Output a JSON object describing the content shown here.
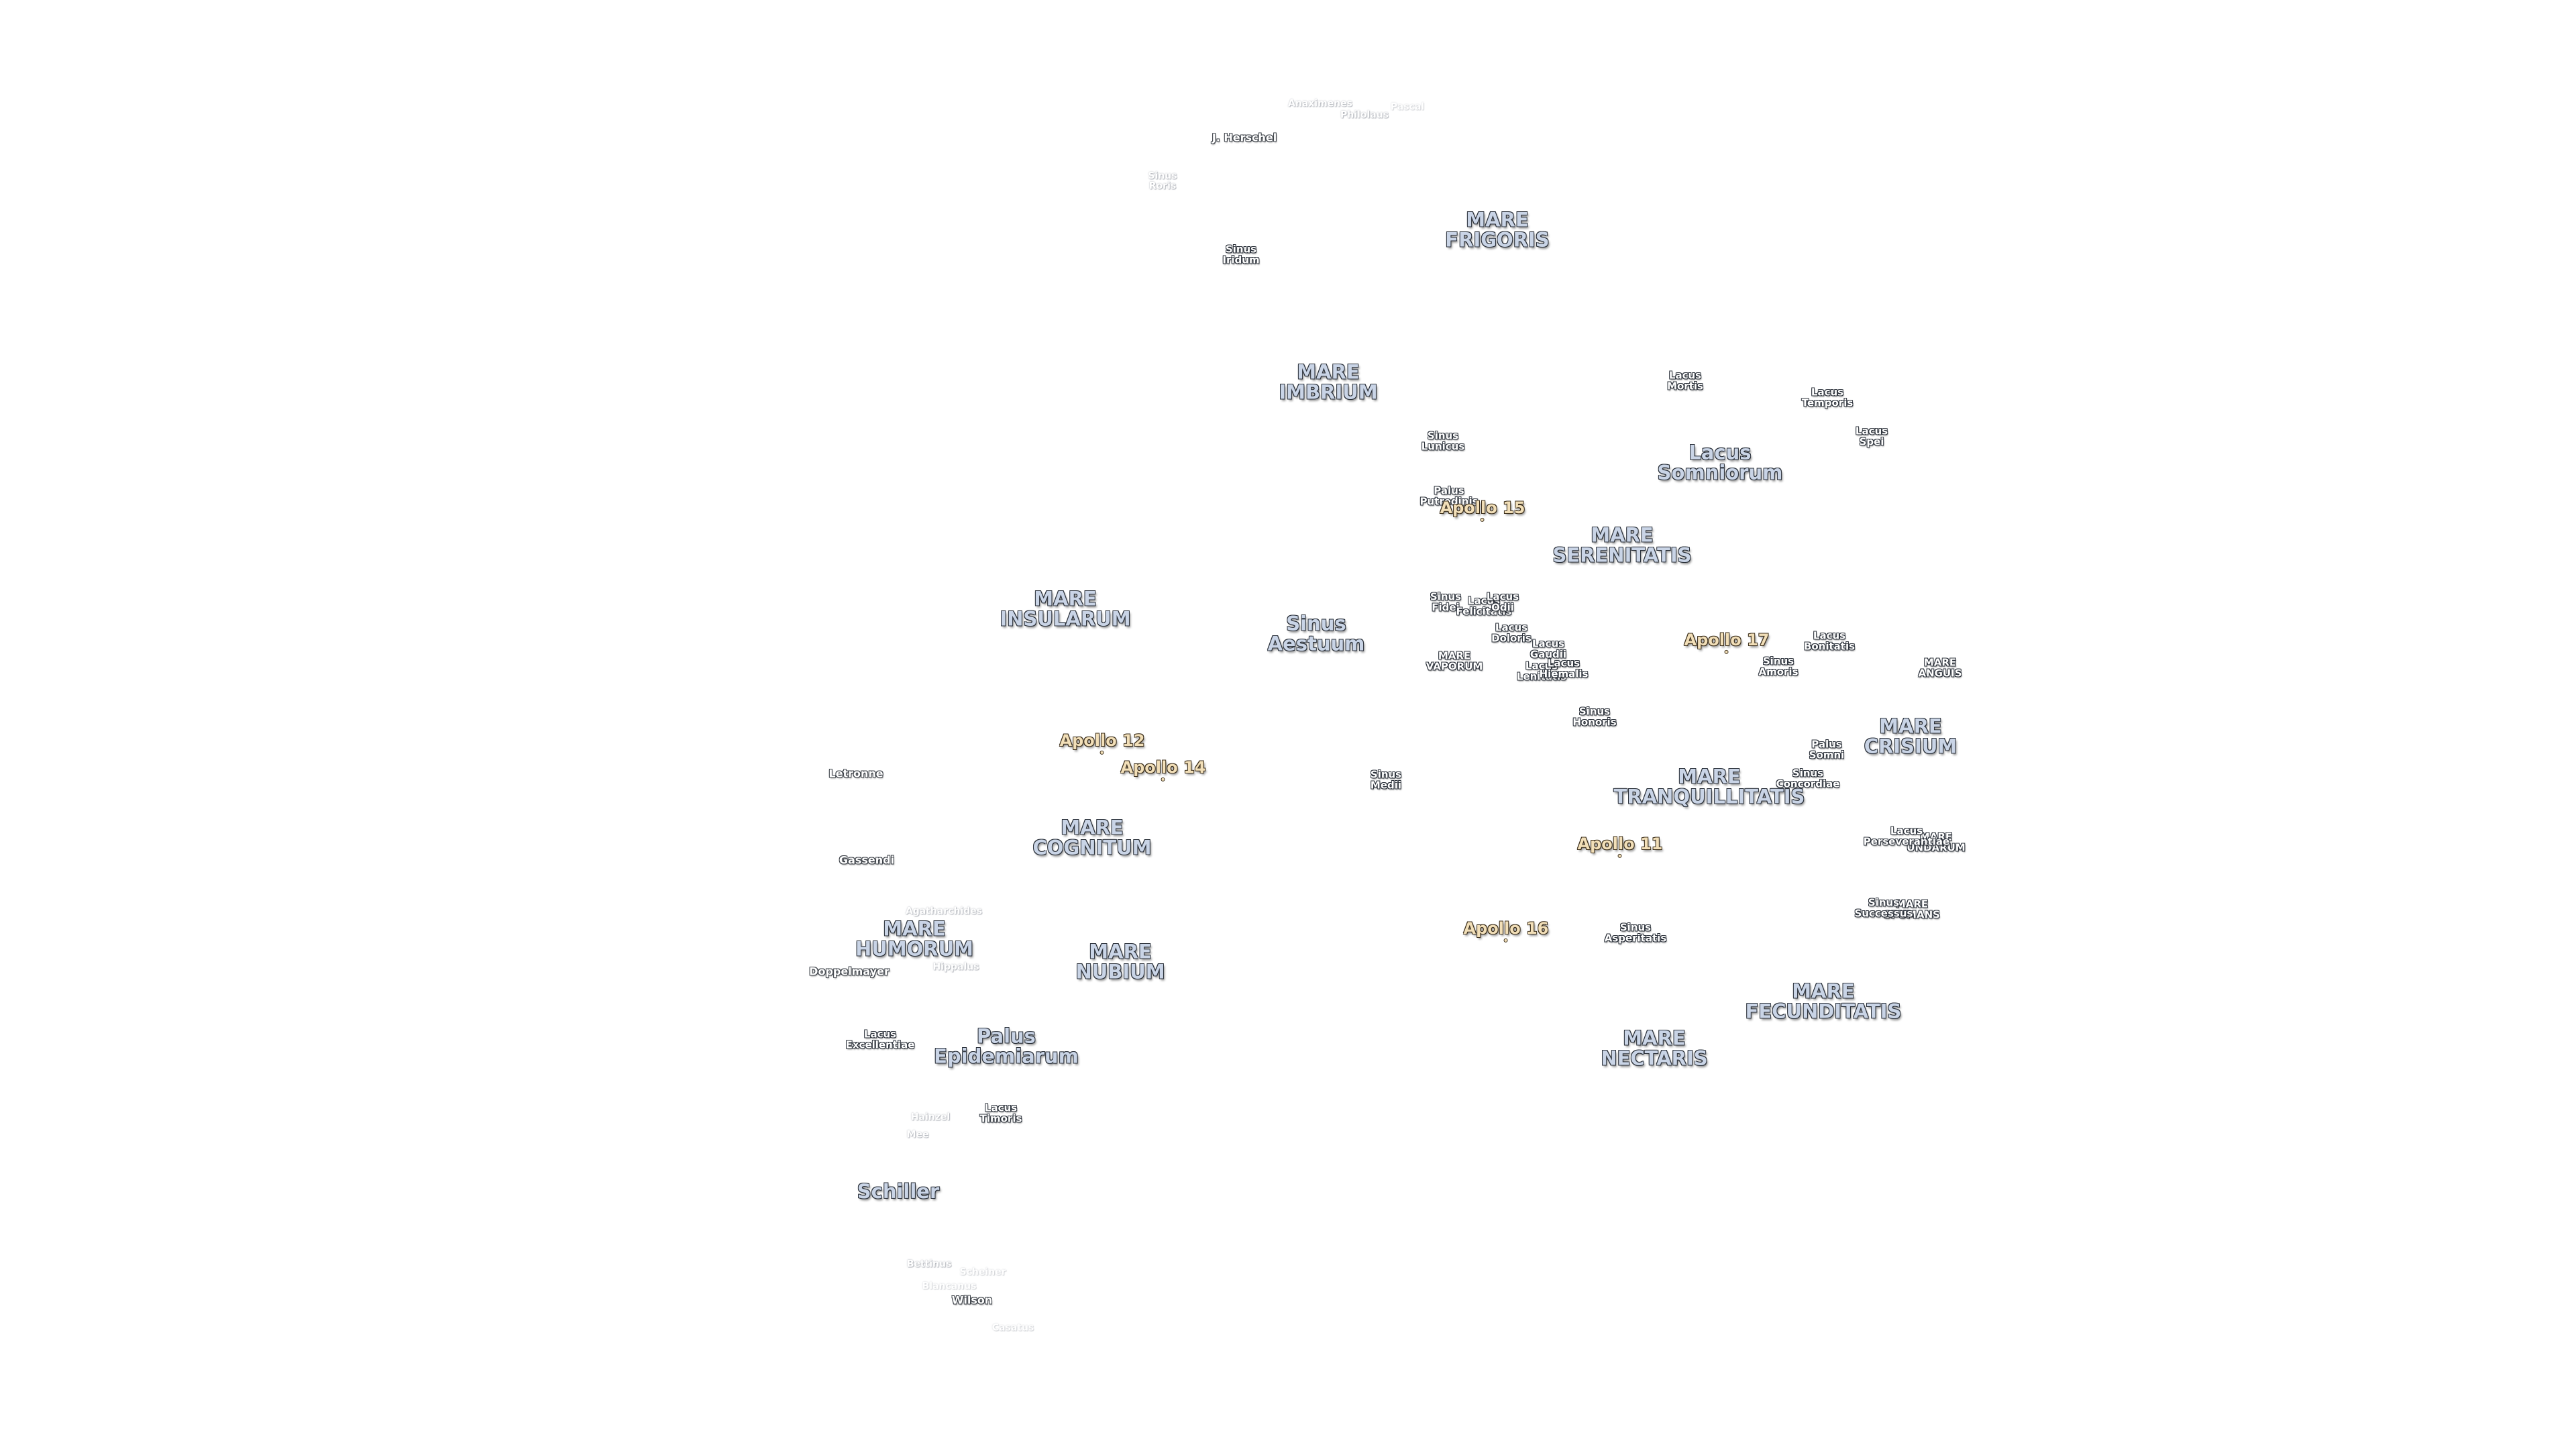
{
  "labels": [
    {
      "text": "MARE\nFRIGORIS",
      "cls": "mare"
    },
    {
      "text": "MARE\nIMBRIUM",
      "cls": "mare"
    },
    {
      "text": "MARE\nSERENITATIS",
      "cls": "mare"
    },
    {
      "text": "MARE\nINSULARUM",
      "cls": "mare"
    },
    {
      "text": "MARE\nVAPORUM",
      "cls": "minor"
    },
    {
      "text": "MARE\nTRANQUILLITATIS",
      "cls": "mare"
    },
    {
      "text": "MARE\nCRISIUM",
      "cls": "mare"
    },
    {
      "text": "MARE\nANGUIS",
      "cls": "minor"
    },
    {
      "text": "MARE\nCOGNITUM",
      "cls": "mare"
    },
    {
      "text": "MARE\nNUBIUM",
      "cls": "mare"
    },
    {
      "text": "MARE\nHUMORUM",
      "cls": "mare"
    },
    {
      "text": "MARE\nFECUNDITATIS",
      "cls": "mare"
    },
    {
      "text": "MARE\nNECTARIS",
      "cls": "mare"
    },
    {
      "text": "MARE\nUNDARUM",
      "cls": "minor"
    },
    {
      "text": "MARE\nSPUMANS",
      "cls": "minor"
    },
    {
      "text": "Lacus\nSomniorum",
      "cls": "mare"
    },
    {
      "text": "Sinus\nAestuum",
      "cls": "mare"
    },
    {
      "text": "Sinus\nMedii",
      "cls": "minor"
    },
    {
      "text": "Sinus\nIridum",
      "cls": "minor"
    },
    {
      "text": "Sinus\nRoris",
      "cls": "faint"
    },
    {
      "text": "Lacus\nMortis",
      "cls": "minor"
    },
    {
      "text": "Lacus\nTemporis",
      "cls": "minor"
    },
    {
      "text": "Lacus\nSpei",
      "cls": "minor"
    },
    {
      "text": "Sinus\nLunicus",
      "cls": "minor"
    },
    {
      "text": "Palus\nPutredinis",
      "cls": "minor"
    },
    {
      "text": "Sinus\nFidei",
      "cls": "minor"
    },
    {
      "text": "Lacus\nFelicitatis",
      "cls": "minor"
    },
    {
      "text": "Lacus\nOdii",
      "cls": "minor"
    },
    {
      "text": "Lacus\nDoloris",
      "cls": "minor"
    },
    {
      "text": "Lacus\nGaudii",
      "cls": "minor"
    },
    {
      "text": "Lacus\nLenitatis",
      "cls": "minor"
    },
    {
      "text": "Lacus\nHiemalis",
      "cls": "minor"
    },
    {
      "text": "Sinus\nHonoris",
      "cls": "minor"
    },
    {
      "text": "Sinus\nAmoris",
      "cls": "minor"
    },
    {
      "text": "Lacus\nBonitatis",
      "cls": "minor"
    },
    {
      "text": "Palus\nSomni",
      "cls": "minor"
    },
    {
      "text": "Sinus\nConcordiae",
      "cls": "minor"
    },
    {
      "text": "Lacus\nPerseverantiae",
      "cls": "minor"
    },
    {
      "text": "Sinus\nSuccessus",
      "cls": "minor"
    },
    {
      "text": "Sinus\nAsperitatis",
      "cls": "minor"
    },
    {
      "text": "Palus\nEpidemiarum",
      "cls": "mare"
    },
    {
      "text": "Lacus\nExcellentiae",
      "cls": "minor"
    },
    {
      "text": "Lacus\nTimoris",
      "cls": "minor"
    },
    {
      "text": "J. Herschel",
      "cls": "crater"
    },
    {
      "text": "Letronne",
      "cls": "crater"
    },
    {
      "text": "Gassendi",
      "cls": "crater"
    },
    {
      "text": "Doppelmayer",
      "cls": "crater"
    },
    {
      "text": "Schiller",
      "cls": "mare"
    },
    {
      "text": "Wilson",
      "cls": "crater"
    },
    {
      "text": "Anaximenes",
      "cls": "faint"
    },
    {
      "text": "Philolaus",
      "cls": "faint"
    },
    {
      "text": "Pascal",
      "cls": "faint faint2"
    },
    {
      "text": "Agatharchides",
      "cls": "faint"
    },
    {
      "text": "Hippalus",
      "cls": "faint"
    },
    {
      "text": "Hainzel",
      "cls": "faint"
    },
    {
      "text": "Mee",
      "cls": "faint"
    },
    {
      "text": "Bettinus",
      "cls": "faint"
    },
    {
      "text": "Scheiner",
      "cls": "faint faint2"
    },
    {
      "text": "Blancanus",
      "cls": "faint faint2"
    },
    {
      "text": "Casatus",
      "cls": "faint faint2"
    },
    {
      "text": "Apollo 15",
      "cls": "apollo"
    },
    {
      "text": "Apollo 17",
      "cls": "apollo"
    },
    {
      "text": "Apollo 12",
      "cls": "apollo"
    },
    {
      "text": "Apollo 14",
      "cls": "apollo"
    },
    {
      "text": "Apollo 11",
      "cls": "apollo"
    },
    {
      "text": "Apollo 16",
      "cls": "apollo"
    }
  ]
}
